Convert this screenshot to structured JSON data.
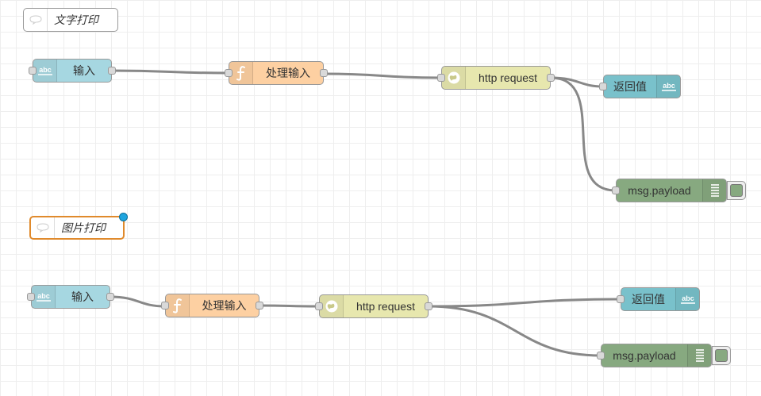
{
  "colors": {
    "inject": "#a6d7e1",
    "function": "#fdd0a2",
    "http": "#e7e7ae",
    "output": "#79c1cb",
    "debug": "#87a980",
    "wire": "#888888",
    "selected_border": "#e08a2c",
    "changed_dot": "#1ea4de"
  },
  "flows": [
    {
      "comment": "文字打印",
      "nodes": {
        "inject": {
          "label": "输入",
          "icon": "abc-icon"
        },
        "function": {
          "label": "处理输入",
          "icon": "function-icon"
        },
        "http": {
          "label": "http request",
          "icon": "globe-icon"
        },
        "output": {
          "label": "返回值",
          "icon": "abc-icon"
        },
        "debug": {
          "label": "msg.payload",
          "icon": "debug-list-icon"
        }
      }
    },
    {
      "comment": "图片打印",
      "nodes": {
        "inject": {
          "label": "输入",
          "icon": "abc-icon"
        },
        "function": {
          "label": "处理输入",
          "icon": "function-icon"
        },
        "http": {
          "label": "http request",
          "icon": "globe-icon"
        },
        "output": {
          "label": "返回值",
          "icon": "abc-icon"
        },
        "debug": {
          "label": "msg.payload",
          "icon": "debug-list-icon"
        }
      }
    }
  ]
}
